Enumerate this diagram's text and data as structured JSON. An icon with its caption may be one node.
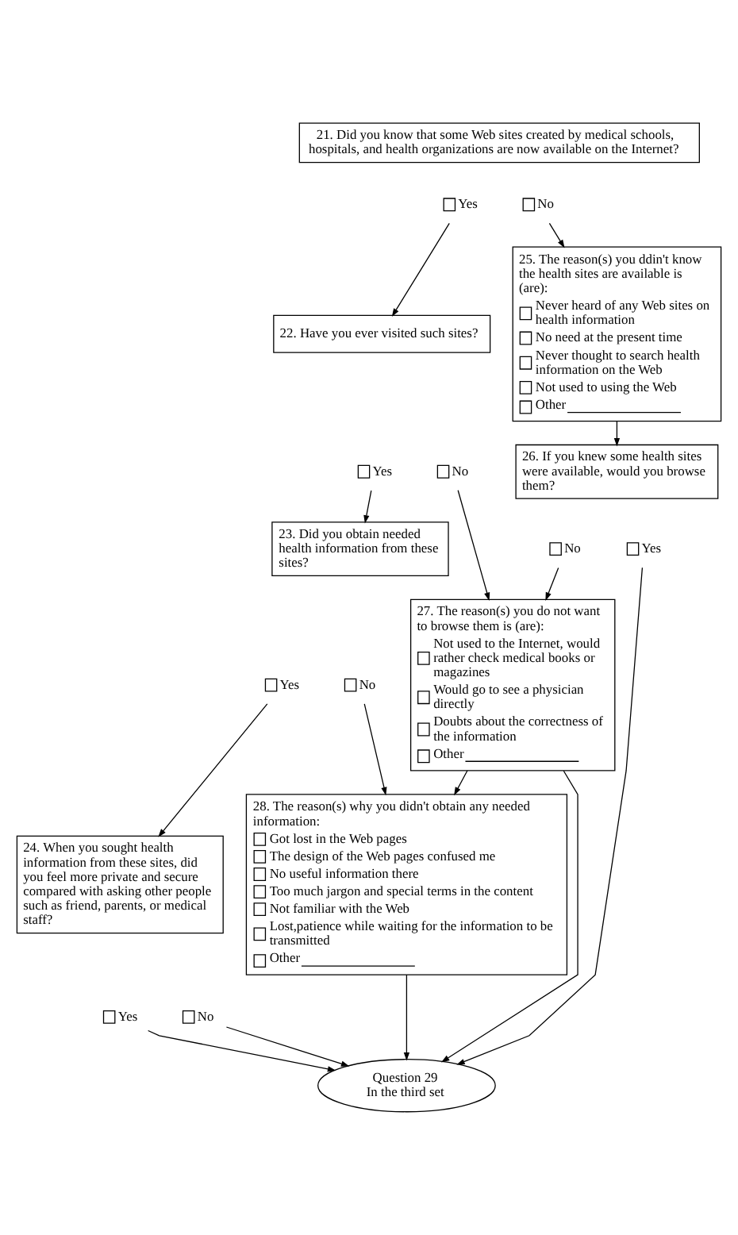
{
  "diagram": {
    "nodes": [
      {
        "text": [
          "21. Did you know that some Web sites created by medical schools, hospitals, and health organizations are now available on the Internet?"
        ]
      },
      {
        "text": [
          "Yes"
        ]
      },
      {
        "text": [
          "No"
        ]
      },
      {
        "text": [
          "22. Have you ever visited such sites?"
        ]
      },
      {
        "text": [
          "Yes"
        ]
      },
      {
        "text": [
          "No"
        ]
      },
      {
        "text": [
          "25. The reason(s) you ddin't know the health sites are available is (are):",
          "Never heard of any Web sites on health information",
          "No need at the present time",
          "Never thought to search health information on the Web",
          "Not used to using the Web",
          "Other"
        ]
      },
      {
        "text": [
          "23. Did you obtain needed health information from these sites?"
        ]
      },
      {
        "text": [
          "Yes"
        ]
      },
      {
        "text": [
          "No"
        ]
      },
      {
        "text": [
          "24. When you sought health information from these sites, did you feel more private and secure compared with asking other people such as friend, parents, or medical staff?"
        ]
      },
      {
        "text": [
          "Yes"
        ]
      },
      {
        "text": [
          "No"
        ]
      },
      {
        "text": [
          "26. If you knew some health sites were available, would you browse them?"
        ]
      },
      {
        "text": [
          "No"
        ]
      },
      {
        "text": [
          "Yes"
        ]
      },
      {
        "text": [
          "27. The reason(s) you do not want to browse them is (are):",
          "Not used to the Internet, would rather check medical books or magazines",
          "Would go to see a physician directly",
          "Doubts about the correctness of the information",
          "Other"
        ]
      },
      {
        "text": [
          "28. The reason(s) why you didn't obtain any needed information:",
          "Got lost in the Web pages",
          "The design of the Web pages confused me",
          "No useful information there",
          "Too much jargon and special terms in the content",
          "Not familiar with the Web",
          "Lost,patience while waiting for the information to be transmitted",
          "Other"
        ]
      },
      {
        "text": [
          "Question 29",
          "In the third set"
        ]
      }
    ],
    "edges": [
      {
        "from": 1,
        "to": 3,
        "arrow": "to"
      },
      {
        "from": 2,
        "to": 6,
        "arrow": "to"
      },
      {
        "from": 4,
        "to": 7,
        "arrow": "to"
      },
      {
        "from": 5,
        "to": 16,
        "arrow": "to"
      },
      {
        "from": 6,
        "to": 13,
        "arrow": "to"
      },
      {
        "from": 8,
        "to": 10,
        "arrow": "to"
      },
      {
        "from": 9,
        "to": 17,
        "arrow": "to"
      },
      {
        "from": 14,
        "to": 16,
        "arrow": "to"
      },
      {
        "from": 15,
        "to": 18,
        "arrow": "to"
      },
      {
        "from": 16,
        "to": 17,
        "arrow": "to"
      },
      {
        "from": 16,
        "to": 18,
        "arrow": "to"
      },
      {
        "from": 11,
        "to": 18,
        "arrow": "to"
      },
      {
        "from": 12,
        "to": 18,
        "arrow": "to"
      },
      {
        "from": 17,
        "to": 18,
        "arrow": "to"
      }
    ]
  }
}
